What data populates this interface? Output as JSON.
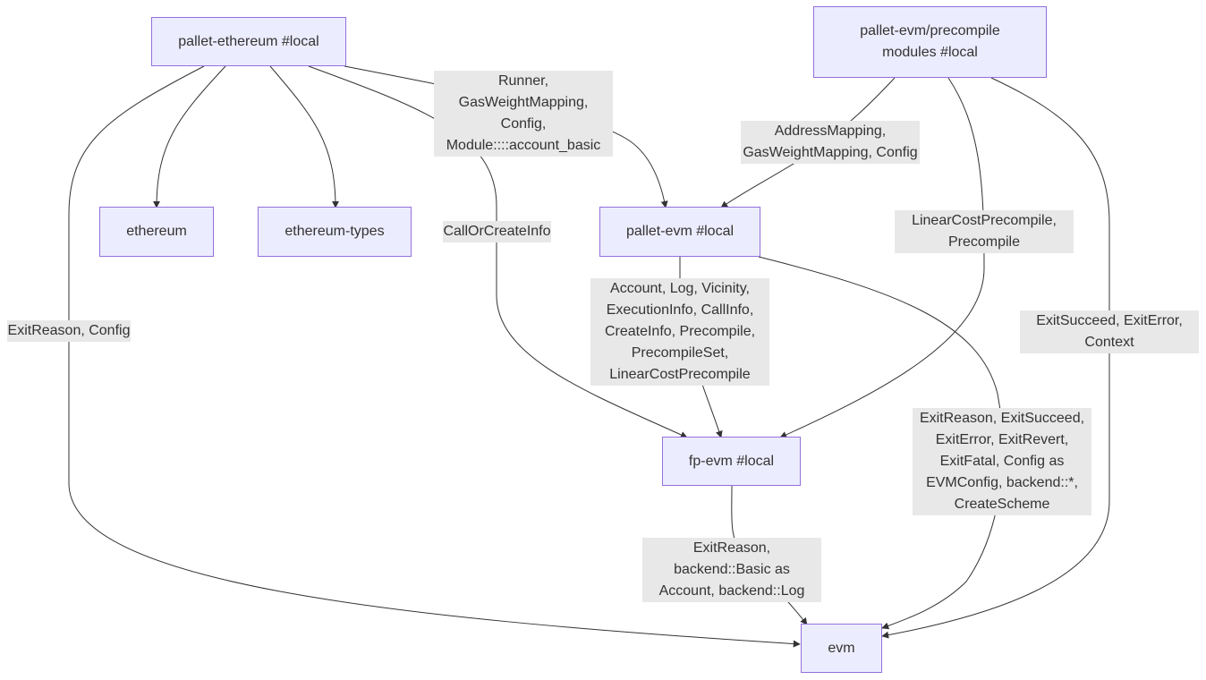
{
  "nodes": {
    "pallet_ethereum": "pallet-ethereum #local",
    "pallet_evm_precompile": "pallet-evm/precompile\nmodules #local",
    "ethereum": "ethereum",
    "ethereum_types": "ethereum-types",
    "pallet_evm": "pallet-evm #local",
    "fp_evm": "fp-evm #local",
    "evm": "evm"
  },
  "edges": {
    "pe_to_pevm": "Runner,\nGasWeightMapping,\nConfig,\nModule::::account_basic",
    "pe_to_fpevm": "CallOrCreateInfo",
    "pe_to_evm": "ExitReason, Config",
    "pre_to_pevm": "AddressMapping,\nGasWeightMapping, Config",
    "pre_to_fpevm": "LinearCostPrecompile,\nPrecompile",
    "pre_to_evm": "ExitSucceed, ExitError,\nContext",
    "pevm_to_fpevm": "Account, Log, Vicinity,\nExecutionInfo, CallInfo,\nCreateInfo, Precompile,\nPrecompileSet,\nLinearCostPrecompile",
    "pevm_to_evm": "ExitReason, ExitSucceed,\nExitError, ExitRevert,\nExitFatal, Config as\nEVMConfig, backend::*,\nCreateScheme",
    "fpevm_to_evm": "ExitReason,\nbackend::Basic as\nAccount, backend::Log"
  }
}
